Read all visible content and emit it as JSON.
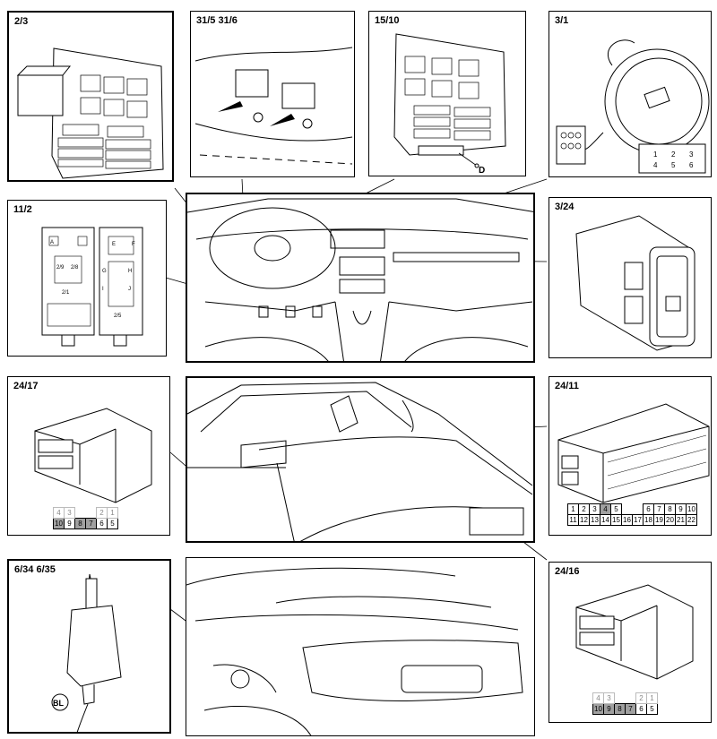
{
  "panels": {
    "p2_3": "2/3",
    "p31": "31/5  31/6",
    "p15_10": "15/10",
    "p3_1": "3/1",
    "p11_2": "11/2",
    "p3_24": "3/24",
    "p24_17": "24/17",
    "p24_11": "24/11",
    "p6_34": "6/34 6/35",
    "p24_16": "24/16"
  },
  "labels": {
    "d_marker": "D",
    "bl_marker": "BL",
    "k_3_1": [
      "1",
      "2",
      "3",
      "4",
      "5",
      "6"
    ],
    "k_11_2": {
      "a": "A",
      "e": "E",
      "f": "F",
      "g": "G",
      "h": "H",
      "i": "I",
      "j": "J",
      "n29": "2/9",
      "n28": "2/8",
      "n21": "2/1",
      "n25": "2/5"
    }
  },
  "connectors": {
    "c24_17": {
      "top": [
        "4",
        "3",
        "",
        "2",
        "1"
      ],
      "bottom": [
        "10",
        "9",
        "8",
        "7",
        "6",
        "5"
      ]
    },
    "c24_11": {
      "top": [
        "1",
        "2",
        "3",
        "4",
        "5",
        "",
        "",
        "6",
        "7",
        "8",
        "9",
        "10"
      ],
      "bottom": [
        "11",
        "12",
        "13",
        "14",
        "15",
        "16",
        "17",
        "18",
        "19",
        "20",
        "21",
        "22"
      ]
    },
    "c24_16": {
      "top": [
        "4",
        "3",
        "",
        "2",
        "1"
      ],
      "bottom": [
        "10",
        "9",
        "8",
        "7",
        "6",
        "5"
      ]
    }
  }
}
